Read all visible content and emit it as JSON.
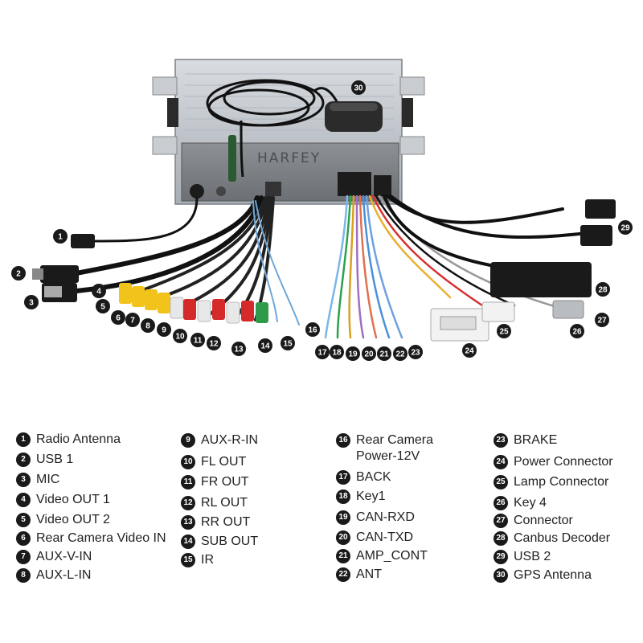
{
  "device": {
    "brand_text": "HARFEY"
  },
  "callouts": [
    "1",
    "2",
    "3",
    "4",
    "5",
    "6",
    "7",
    "8",
    "9",
    "10",
    "11",
    "12",
    "13",
    "14",
    "15",
    "16",
    "17",
    "18",
    "19",
    "20",
    "21",
    "22",
    "23",
    "24",
    "25",
    "26",
    "27",
    "28",
    "29",
    "30"
  ],
  "legend": {
    "columns": [
      [
        {
          "num": "1",
          "label": "Radio Antenna"
        },
        {
          "num": "2",
          "label": "USB 1"
        },
        {
          "num": "3",
          "label": "MIC"
        },
        {
          "num": "4",
          "label": "Video OUT 1"
        },
        {
          "num": "5",
          "label": "Video OUT 2"
        },
        {
          "num": "6",
          "label": "Rear Camera Video IN"
        },
        {
          "num": "7",
          "label": "AUX-V-IN"
        },
        {
          "num": "8",
          "label": "AUX-L-IN"
        }
      ],
      [
        {
          "num": "9",
          "label": "AUX-R-IN"
        },
        {
          "num": "10",
          "label": "FL OUT"
        },
        {
          "num": "11",
          "label": "FR OUT"
        },
        {
          "num": "12",
          "label": "RL OUT"
        },
        {
          "num": "13",
          "label": "RR OUT"
        },
        {
          "num": "14",
          "label": "SUB OUT"
        },
        {
          "num": "15",
          "label": "IR"
        }
      ],
      [
        {
          "num": "16",
          "label": "Rear Camera\nPower-12V"
        },
        {
          "num": "17",
          "label": "BACK"
        },
        {
          "num": "18",
          "label": "Key1"
        },
        {
          "num": "19",
          "label": "CAN-RXD"
        },
        {
          "num": "20",
          "label": "CAN-TXD"
        },
        {
          "num": "21",
          "label": "AMP_CONT"
        },
        {
          "num": "22",
          "label": "ANT"
        }
      ],
      [
        {
          "num": "23",
          "label": "BRAKE"
        },
        {
          "num": "24",
          "label": "Power Connector"
        },
        {
          "num": "25",
          "label": "Lamp Connector"
        },
        {
          "num": "26",
          "label": "Key 4"
        },
        {
          "num": "27",
          "label": "Connector"
        },
        {
          "num": "28",
          "label": "Canbus Decoder"
        },
        {
          "num": "29",
          "label": "USB 2"
        },
        {
          "num": "30",
          "label": "GPS Antenna"
        }
      ]
    ]
  }
}
